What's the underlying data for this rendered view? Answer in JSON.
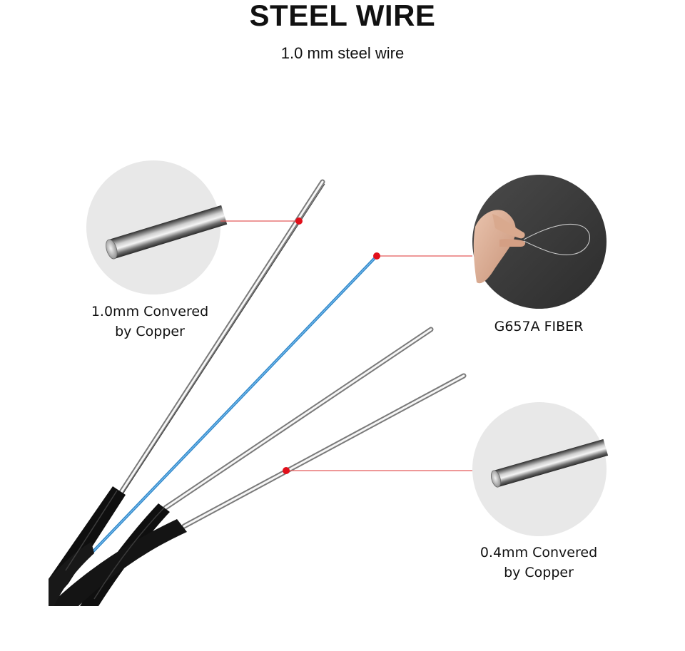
{
  "header": {
    "title": "STEEL WIRE",
    "subtitle": "1.0 mm steel wire"
  },
  "callouts": {
    "steel_1mm": {
      "line1": "1.0mm Convered",
      "line2": "by Copper"
    },
    "fiber": {
      "label": "G657A FIBER"
    },
    "steel_04mm": {
      "line1": "0.4mm Convered",
      "line2": "by Copper"
    }
  },
  "colors": {
    "marker": "#e1101b",
    "leader": "#e35a5a",
    "fiber_core": "#2f86c9",
    "jacket": "#0f0f0f",
    "circle_bg": "#e9e9e9",
    "fiber_circle_bg": "#3a3a3a"
  }
}
